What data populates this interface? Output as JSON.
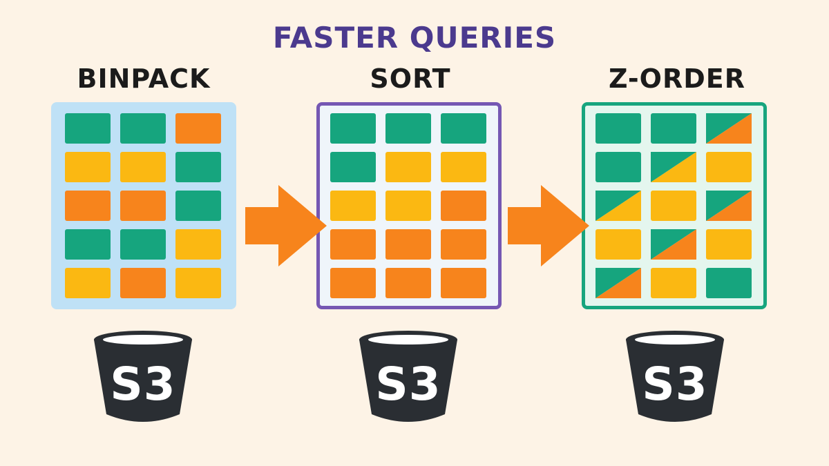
{
  "headline": "FASTER QUERIES",
  "colors": {
    "green": "#16a57e",
    "yellow": "#fbb812",
    "orange": "#f7841c",
    "headline": "#4b3a8e",
    "bucket": "#2a2e33",
    "arrow": "#f7841c"
  },
  "columns": [
    {
      "title": "BINPACK",
      "panel_bg": "#bfe1f6",
      "panel_border": "#bfe1f6",
      "grid": [
        [
          "g",
          "g",
          "o"
        ],
        [
          "y",
          "y",
          "g"
        ],
        [
          "o",
          "o",
          "g"
        ],
        [
          "g",
          "g",
          "y"
        ],
        [
          "y",
          "o",
          "y"
        ]
      ],
      "bucket_label": "S3"
    },
    {
      "title": "SORT",
      "panel_bg": "#eff5fa",
      "panel_border": "#7557b3",
      "grid": [
        [
          "g",
          "g",
          "g"
        ],
        [
          "g",
          "y",
          "y"
        ],
        [
          "y",
          "y",
          "o"
        ],
        [
          "o",
          "o",
          "o"
        ],
        [
          "o",
          "o",
          "o"
        ]
      ],
      "bucket_label": "S3"
    },
    {
      "title": "Z-ORDER",
      "panel_bg": "#e4f6ee",
      "panel_border": "#16a57e",
      "grid": [
        [
          "g",
          "g",
          "go"
        ],
        [
          "g",
          "gy",
          "y"
        ],
        [
          "gy",
          "y",
          "go"
        ],
        [
          "y",
          "go",
          "y"
        ],
        [
          "go",
          "y",
          "g"
        ]
      ],
      "bucket_label": "S3"
    }
  ],
  "icons": {
    "arrow": "right-arrow-icon",
    "bucket": "s3-bucket-icon"
  }
}
